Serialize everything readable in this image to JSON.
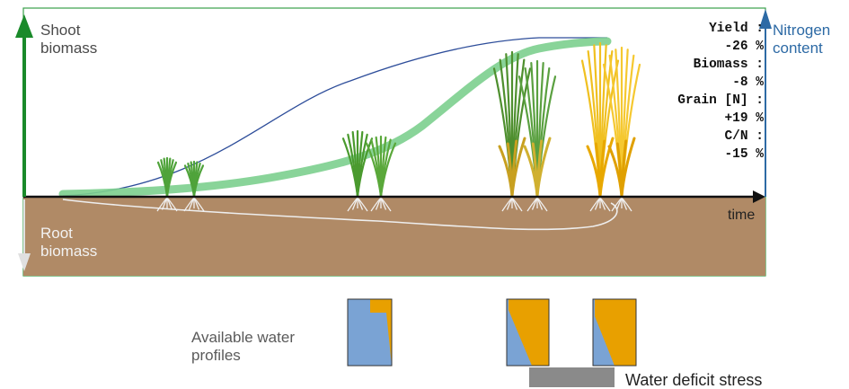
{
  "labels": {
    "shoot_line1": "Shoot",
    "shoot_line2": "biomass",
    "root_line1": "Root",
    "root_line2": "biomass",
    "nitrogen_line1": "Nitrogen",
    "nitrogen_line2": "content",
    "time": "time",
    "water_line1": "Available water",
    "water_line2": "profiles",
    "deficit": "Water deficit stress"
  },
  "stats": [
    {
      "label": "Yield :",
      "value": "-26 %"
    },
    {
      "label": "Biomass :",
      "value": "-8 %"
    },
    {
      "label": "Grain [N] :",
      "value": "+19 %"
    },
    {
      "label": "C/N :",
      "value": "-15 %"
    }
  ],
  "colors": {
    "soil": "#b08a66",
    "shoot_axis": "#1a8a2a",
    "root_axis": "#d9d9d9",
    "nitrogen_axis": "#2d6aa5",
    "biomass_curve": "#7ccf8e",
    "nitrogen_curve": "#2d4d9a",
    "water": "#7aa3d4",
    "deficit_water": "#e8a000",
    "deficit_bar": "#8a8a8a",
    "frame": "#3aa04a"
  },
  "icons": [
    "shoot-axis-arrow",
    "root-axis-arrow",
    "nitrogen-axis-arrow",
    "time-axis-arrow",
    "plant-icon"
  ]
}
